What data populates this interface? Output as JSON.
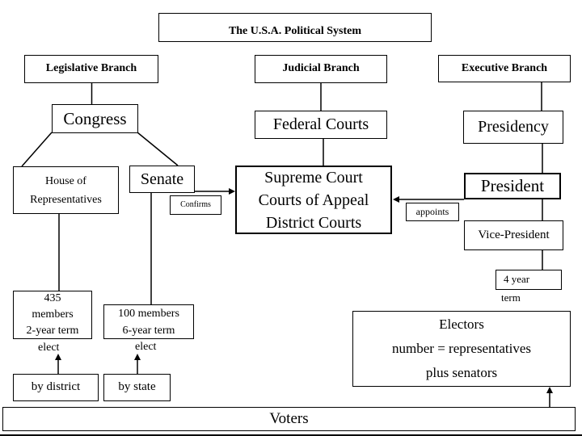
{
  "diagram": {
    "title": "The U.S.A. Political System",
    "nodes": {
      "title": {
        "label": "The U.S.A. Political System"
      },
      "legislative_branch": {
        "label": "Legislative Branch"
      },
      "judicial_branch": {
        "label": "Judicial Branch"
      },
      "executive_branch": {
        "label": "Executive Branch"
      },
      "congress": {
        "label": "Congress"
      },
      "federal_courts": {
        "label": "Federal Courts"
      },
      "presidency": {
        "label": "Presidency"
      },
      "house": {
        "lines": [
          "House of",
          "Representatives"
        ]
      },
      "senate": {
        "label": "Senate"
      },
      "supreme": {
        "lines": [
          "Supreme Court",
          "Courts of Appeal",
          "District Courts"
        ]
      },
      "president": {
        "label": "President"
      },
      "vice_president": {
        "label": "Vice-President"
      },
      "four_year": {
        "label": "4 year"
      },
      "term": {
        "label": "term"
      },
      "house_members": {
        "lines": [
          "435",
          "members",
          "2-year term"
        ]
      },
      "senate_members": {
        "lines": [
          "100 members",
          "6-year term"
        ]
      },
      "by_district": {
        "label": "by district"
      },
      "by_state": {
        "label": "by state"
      },
      "electors": {
        "lines": [
          "Electors",
          "number = representatives",
          "plus senators"
        ]
      },
      "voters": {
        "label": "Voters"
      }
    },
    "edge_labels": {
      "confirms": "Confirms",
      "appoints": "appoints",
      "elect_house": "elect",
      "elect_senate": "elect"
    },
    "colors": {
      "line": "#000000",
      "background": "#ffffff",
      "text": "#000000"
    }
  }
}
